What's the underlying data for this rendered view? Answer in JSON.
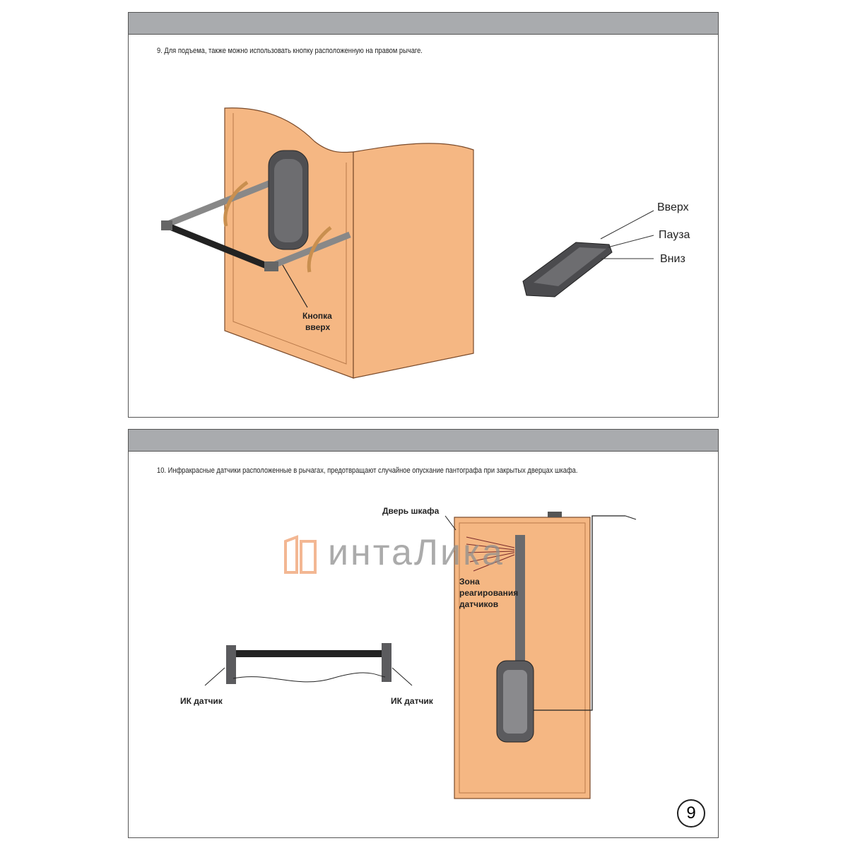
{
  "sections": [
    {
      "instruction": "9. Для подъема, также можно использовать кнопку расположенную на правом рычаге.",
      "labels": {
        "button_up_line1": "Кнопка",
        "button_up_line2": "вверх",
        "remote_up": "Вверх",
        "remote_pause": "Пауза",
        "remote_down": "Вниз"
      }
    },
    {
      "instruction": "10. Инфракрасные датчики расположенные в рычагах, предотвращают случайное опускание пантографа при закрытых дверцах шкафа.",
      "labels": {
        "door": "Дверь шкафа",
        "zone_line1": "Зона",
        "zone_line2": "реагирования",
        "zone_line3": "датчиков",
        "ir_left": "ИК датчик",
        "ir_right": "ИК датчик"
      }
    }
  ],
  "watermark": "интаЛика",
  "page_number": "9",
  "colors": {
    "cabinet": "#f5b783",
    "header": "#a9abae",
    "mechanism": "#5b5b5e"
  }
}
